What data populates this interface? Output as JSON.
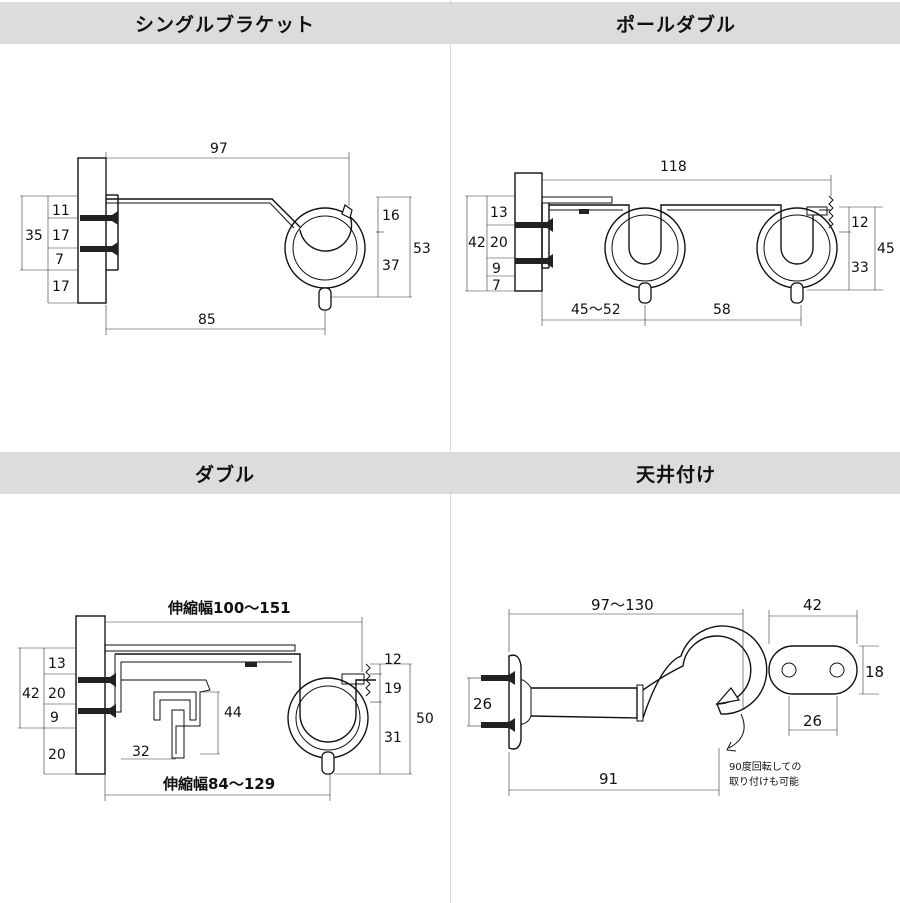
{
  "panels": {
    "single": {
      "title": "シングルブラケット",
      "dims": {
        "top_width": "97",
        "bottom_width": "85",
        "left_35": "35",
        "left_11": "11",
        "left_17a": "17",
        "left_7": "7",
        "left_17b": "17",
        "right_16": "16",
        "right_37": "37",
        "right_53": "53"
      }
    },
    "pole_double": {
      "title": "ポールダブル",
      "dims": {
        "top_width": "118",
        "bottom_left": "45～52",
        "bottom_right": "58",
        "left_42": "42",
        "left_13": "13",
        "left_20": "20",
        "left_9": "9",
        "left_7": "7",
        "right_12": "12",
        "right_33": "33",
        "right_45": "45"
      }
    },
    "double": {
      "title": "ダブル",
      "dims": {
        "top_label": "伸縮幅100～151",
        "bottom_label": "伸縮幅84～129",
        "left_42": "42",
        "left_13": "13",
        "left_20a": "20",
        "left_9": "9",
        "left_20b": "20",
        "inner_44": "44",
        "inner_32": "32",
        "right_12": "12",
        "right_19": "19",
        "right_31": "31",
        "right_50": "50"
      }
    },
    "ceiling": {
      "title": "天井付け",
      "dims": {
        "top_width": "97～130",
        "bottom_width": "91",
        "left_26": "26",
        "plate_width": "42",
        "plate_height": "18",
        "plate_hole": "26"
      },
      "note_line1": "90度回転しての",
      "note_line2": "取り付けも可能"
    }
  }
}
